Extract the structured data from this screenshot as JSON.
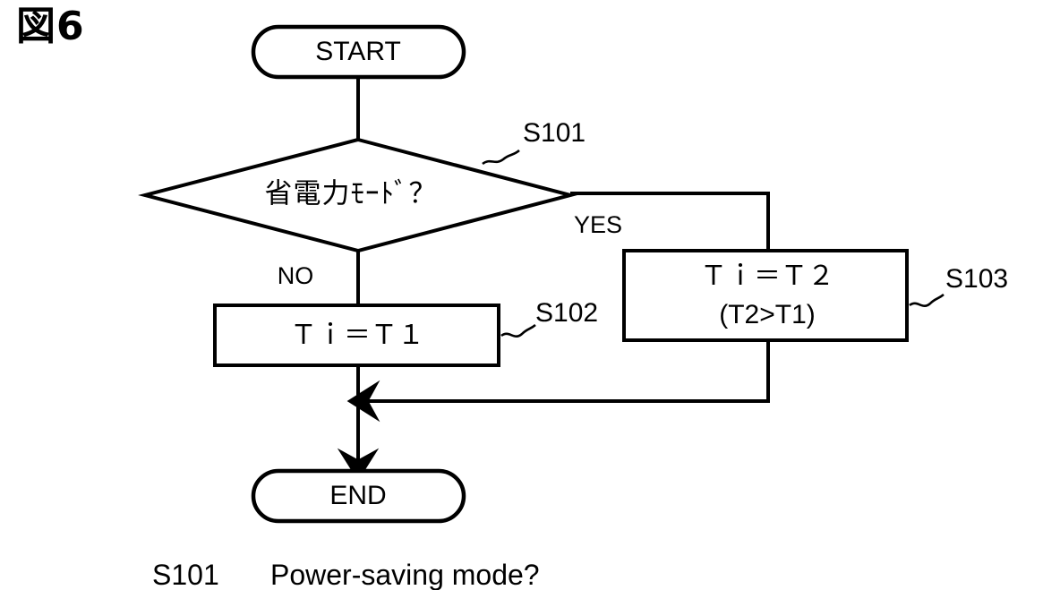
{
  "figure": {
    "title": "図6"
  },
  "flowchart": {
    "type": "flowchart",
    "nodes": [
      {
        "id": "start",
        "shape": "terminator",
        "label": "START"
      },
      {
        "id": "s101",
        "shape": "decision",
        "label": "省電力ﾓｰﾄﾞ？",
        "ref": "S101"
      },
      {
        "id": "s102",
        "shape": "process",
        "label": "Ｔｉ＝Ｔ１",
        "ref": "S102"
      },
      {
        "id": "s103",
        "shape": "process",
        "label_line1": "Ｔｉ＝Ｔ２",
        "label_line2": "(T2>T1)",
        "ref": "S103"
      },
      {
        "id": "end",
        "shape": "terminator",
        "label": "END"
      }
    ],
    "edges": [
      {
        "from": "start",
        "to": "s101",
        "label": ""
      },
      {
        "from": "s101",
        "to": "s102",
        "label": "NO"
      },
      {
        "from": "s101",
        "to": "s103",
        "label": "YES"
      },
      {
        "from": "s102",
        "to": "end",
        "label": ""
      },
      {
        "from": "s103",
        "to": "end",
        "label": ""
      }
    ],
    "refs": {
      "s101": "S101",
      "s102": "S102",
      "s103": "S103"
    },
    "branch_labels": {
      "no": "NO",
      "yes": "YES"
    }
  },
  "caption": {
    "code": "S101",
    "text": "Power-saving mode?"
  },
  "colors": {
    "ink": "#000000",
    "paper": "#ffffff"
  }
}
